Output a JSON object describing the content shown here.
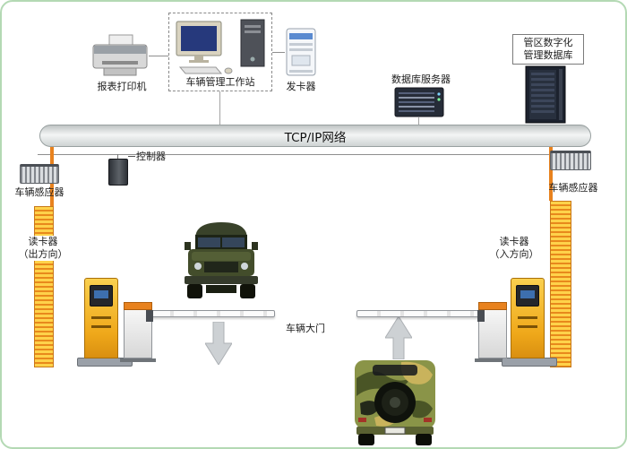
{
  "network": {
    "label": "TCP/IP网络"
  },
  "devices": {
    "printer": {
      "label": "报表打印机"
    },
    "workstation": {
      "label": "车辆管理工作站"
    },
    "card_issuer": {
      "label": "发卡器"
    },
    "db_server": {
      "label": "数据库服务器"
    },
    "district_db": {
      "line1": "管区数字化",
      "line2": "管理数据库"
    },
    "controller": {
      "label": "控制器"
    }
  },
  "sensors": {
    "left": {
      "label": "车辆感应器"
    },
    "right": {
      "label": "车辆感应器"
    }
  },
  "readers": {
    "left": {
      "label": "读卡器",
      "direction": "（出方向）"
    },
    "right": {
      "label": "读卡器",
      "direction": "（入方向）"
    }
  },
  "gate": {
    "label": "车辆大门"
  },
  "colors": {
    "accent_orange": "#e8821e",
    "frame_green": "#b4d9b4",
    "kiosk_yellow": "#f0a81c",
    "network_gray": "#d9dddd"
  }
}
